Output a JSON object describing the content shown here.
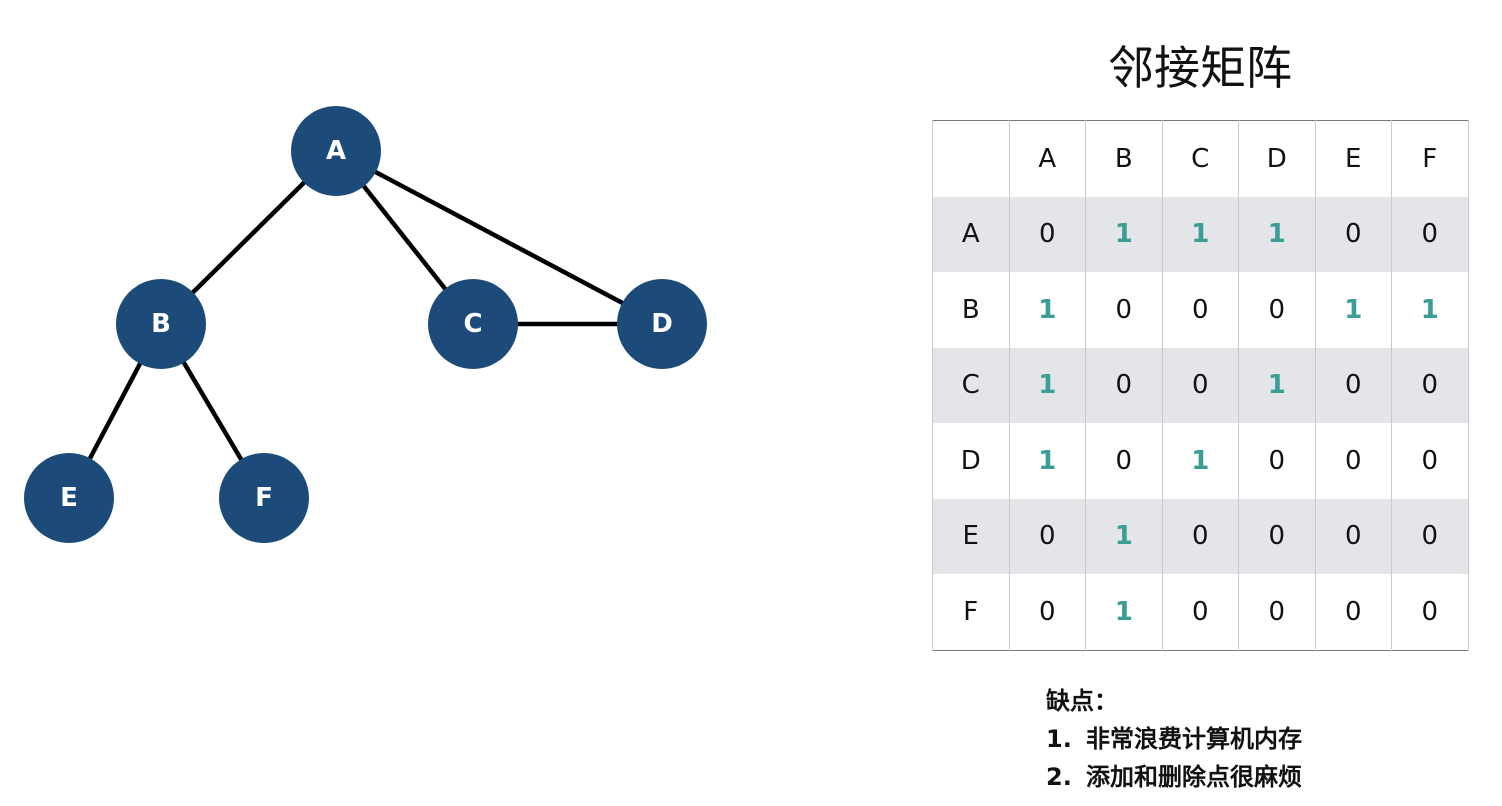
{
  "graph": {
    "nodes": [
      {
        "id": "A",
        "label": "A"
      },
      {
        "id": "B",
        "label": "B"
      },
      {
        "id": "C",
        "label": "C"
      },
      {
        "id": "D",
        "label": "D"
      },
      {
        "id": "E",
        "label": "E"
      },
      {
        "id": "F",
        "label": "F"
      }
    ],
    "edges": [
      [
        "A",
        "B"
      ],
      [
        "A",
        "C"
      ],
      [
        "A",
        "D"
      ],
      [
        "C",
        "D"
      ],
      [
        "B",
        "E"
      ],
      [
        "B",
        "F"
      ]
    ],
    "node_color": "#1c4b7a",
    "edge_color": "#000000"
  },
  "matrix": {
    "title": "邻接矩阵",
    "headers": [
      "A",
      "B",
      "C",
      "D",
      "E",
      "F"
    ],
    "rows": [
      {
        "label": "A",
        "values": [
          "0",
          "1",
          "1",
          "1",
          "0",
          "0"
        ]
      },
      {
        "label": "B",
        "values": [
          "1",
          "0",
          "0",
          "0",
          "1",
          "1"
        ]
      },
      {
        "label": "C",
        "values": [
          "1",
          "0",
          "0",
          "1",
          "0",
          "0"
        ]
      },
      {
        "label": "D",
        "values": [
          "1",
          "0",
          "1",
          "0",
          "0",
          "0"
        ]
      },
      {
        "label": "E",
        "values": [
          "0",
          "1",
          "0",
          "0",
          "0",
          "0"
        ]
      },
      {
        "label": "F",
        "values": [
          "0",
          "1",
          "0",
          "0",
          "0",
          "0"
        ]
      }
    ],
    "one_color": "#3a9e96",
    "shade_color": "#e4e5e8"
  },
  "notes": {
    "heading": "缺点：",
    "items": [
      {
        "num": "1.",
        "text": "非常浪费计算机内存"
      },
      {
        "num": "2.",
        "text": "添加和删除点很麻烦"
      }
    ]
  }
}
